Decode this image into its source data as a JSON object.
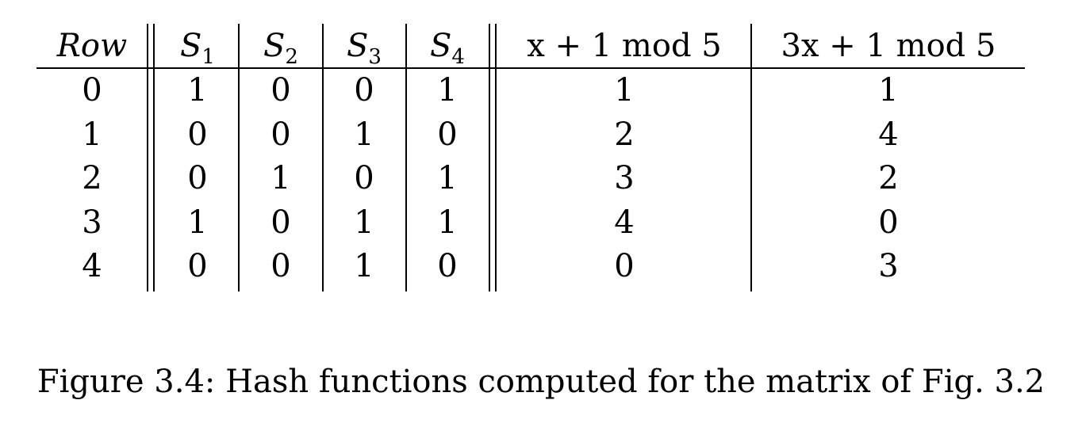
{
  "table": {
    "headers": {
      "row": "Row",
      "s1_base": "S",
      "s1_sub": "1",
      "s2_base": "S",
      "s2_sub": "2",
      "s3_base": "S",
      "s3_sub": "3",
      "s4_base": "S",
      "s4_sub": "4",
      "h1": "x + 1 mod 5",
      "h2": "3x + 1 mod 5"
    },
    "rows": [
      {
        "row": "0",
        "s1": "1",
        "s2": "0",
        "s3": "0",
        "s4": "1",
        "h1": "1",
        "h2": "1"
      },
      {
        "row": "1",
        "s1": "0",
        "s2": "0",
        "s3": "1",
        "s4": "0",
        "h1": "2",
        "h2": "4"
      },
      {
        "row": "2",
        "s1": "0",
        "s2": "1",
        "s3": "0",
        "s4": "1",
        "h1": "3",
        "h2": "2"
      },
      {
        "row": "3",
        "s1": "1",
        "s2": "0",
        "s3": "1",
        "s4": "1",
        "h1": "4",
        "h2": "0"
      },
      {
        "row": "4",
        "s1": "0",
        "s2": "0",
        "s3": "1",
        "s4": "0",
        "h1": "0",
        "h2": "3"
      }
    ]
  },
  "caption": "Figure 3.4: Hash functions computed for the matrix of Fig. 3.2"
}
